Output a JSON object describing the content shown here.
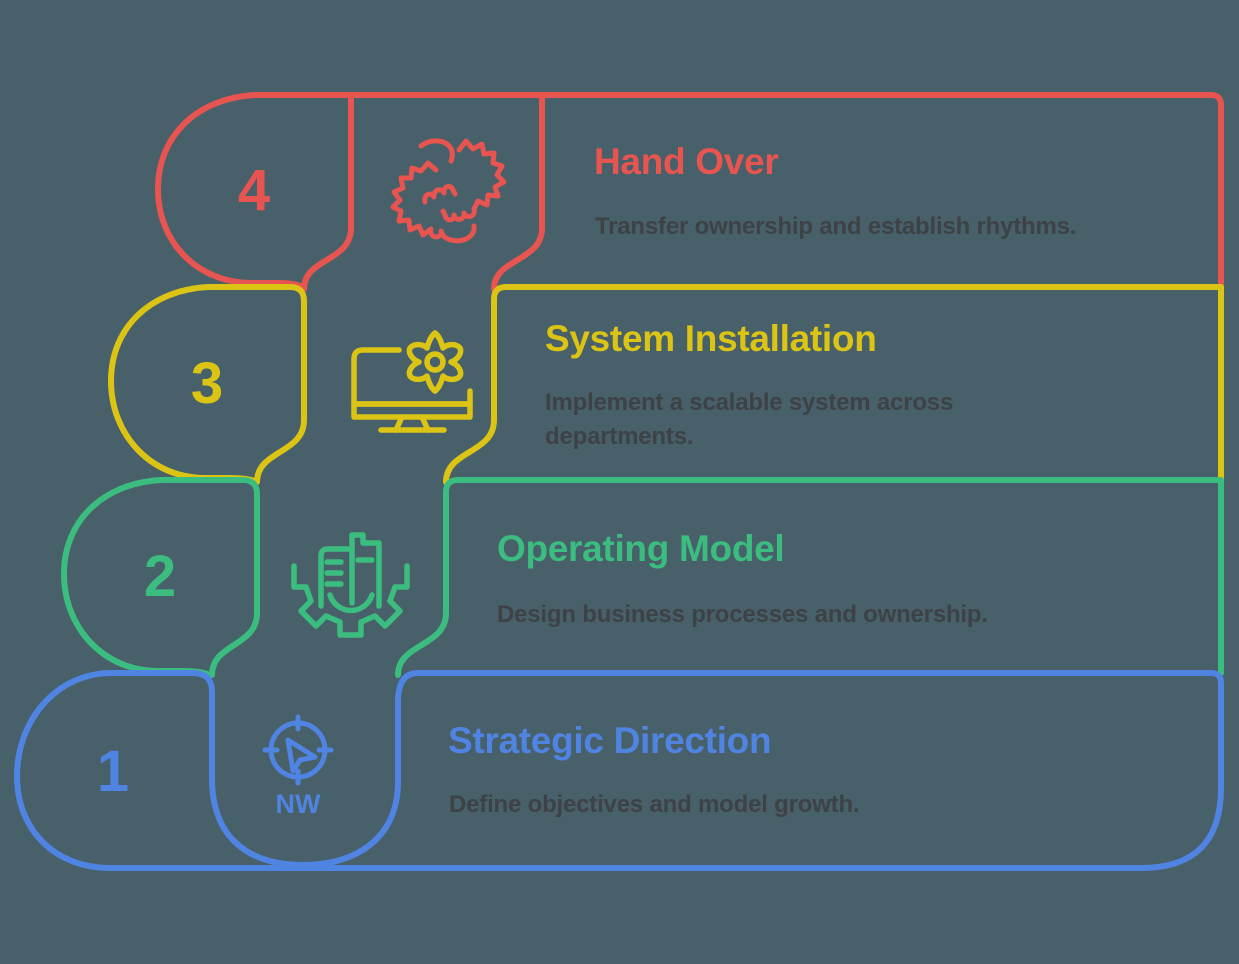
{
  "background_color": "#486069",
  "text_color": "#3d4247",
  "steps": [
    {
      "number": "1",
      "title": "Strategic Direction",
      "description": "Define objectives and model growth.",
      "color": "#5084e2",
      "icon": "compass-icon",
      "compass_label": "NW"
    },
    {
      "number": "2",
      "title": "Operating Model",
      "description": "Design business processes and ownership.",
      "color": "#3cbd80",
      "icon": "gear-document-icon"
    },
    {
      "number": "3",
      "title": "System Installation",
      "description": "Implement a scalable system across departments.",
      "color": "#dcc414",
      "icon": "monitor-gear-icon"
    },
    {
      "number": "4",
      "title": "Hand Over",
      "description": "Transfer ownership and establish rhythms.",
      "color": "#e85450",
      "icon": "handshake-icon"
    }
  ]
}
